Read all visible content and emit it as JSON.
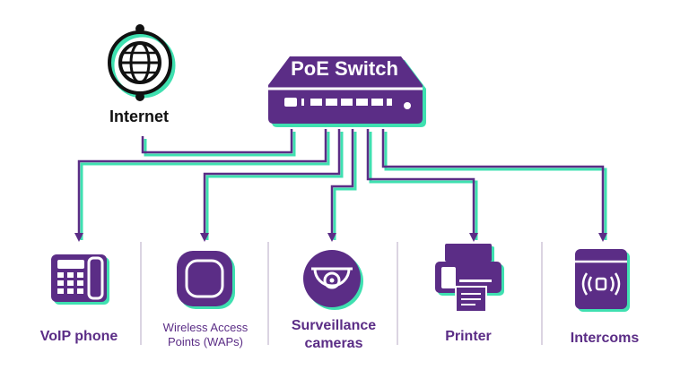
{
  "colors": {
    "primary": "#5b2d86",
    "shadow": "#3fe0b0",
    "line": "#5b2d86",
    "divider": "#cfc6d8",
    "text_dark": "#111111"
  },
  "internet": {
    "label": "Internet",
    "icon": "globe-icon"
  },
  "switch": {
    "label": "PoE Switch",
    "icon": "network-switch-icon"
  },
  "devices": [
    {
      "id": "voip-phone",
      "label_lines": [
        "VoIP phone"
      ],
      "icon": "desk-phone-icon"
    },
    {
      "id": "wireless-access-points",
      "label_lines": [
        "Wireless Access",
        "Points (WAPs)"
      ],
      "icon": "access-point-icon"
    },
    {
      "id": "surveillance-cameras",
      "label_lines": [
        "Surveillance",
        "cameras"
      ],
      "icon": "dome-camera-icon"
    },
    {
      "id": "printer",
      "label_lines": [
        "Printer"
      ],
      "icon": "printer-icon"
    },
    {
      "id": "intercoms",
      "label_lines": [
        "Intercoms"
      ],
      "icon": "intercom-icon"
    }
  ]
}
